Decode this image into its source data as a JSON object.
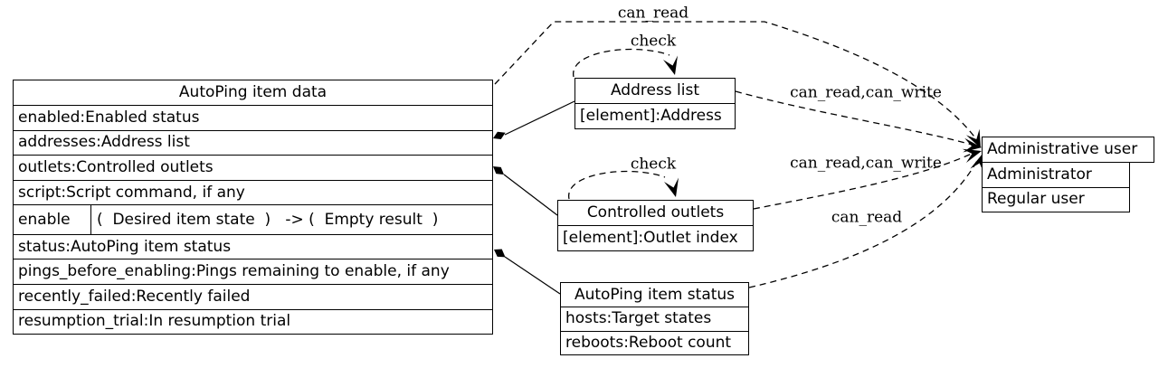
{
  "nodes": {
    "autoping_item_data": {
      "title": "AutoPing item data",
      "fields": [
        "enabled:Enabled status",
        "addresses:Address list",
        "outlets:Controlled outlets",
        "script:Script command, if any"
      ],
      "method": {
        "name": "enable",
        "signature": "(  Desired item state  )   -> (  Empty result  )"
      },
      "fields_after": [
        "status:AutoPing item status",
        "pings_before_enabling:Pings remaining to enable, if any",
        "recently_failed:Recently failed",
        "resumption_trial:In resumption trial"
      ]
    },
    "address_list": {
      "title": "Address list",
      "fields": [
        "[element]:Address"
      ]
    },
    "controlled_outlets": {
      "title": "Controlled outlets",
      "fields": [
        "[element]:Outlet index"
      ]
    },
    "autoping_item_status": {
      "title": "AutoPing item status",
      "fields": [
        "hosts:Target states",
        "reboots:Reboot count"
      ]
    },
    "administrative_user": {
      "title": "Administrative user",
      "fields": [
        "Administrator",
        "Regular user"
      ]
    }
  },
  "edge_labels": {
    "autoping_to_admin": "can_read",
    "address_list_self": "check",
    "address_list_to_admin": "can_read,can_write",
    "controlled_outlets_self": "check",
    "controlled_outlets_to_admin": "can_read,can_write",
    "status_to_admin": "can_read"
  },
  "colors": {
    "line": "#000000",
    "text": "#000000",
    "background": "#ffffff"
  }
}
